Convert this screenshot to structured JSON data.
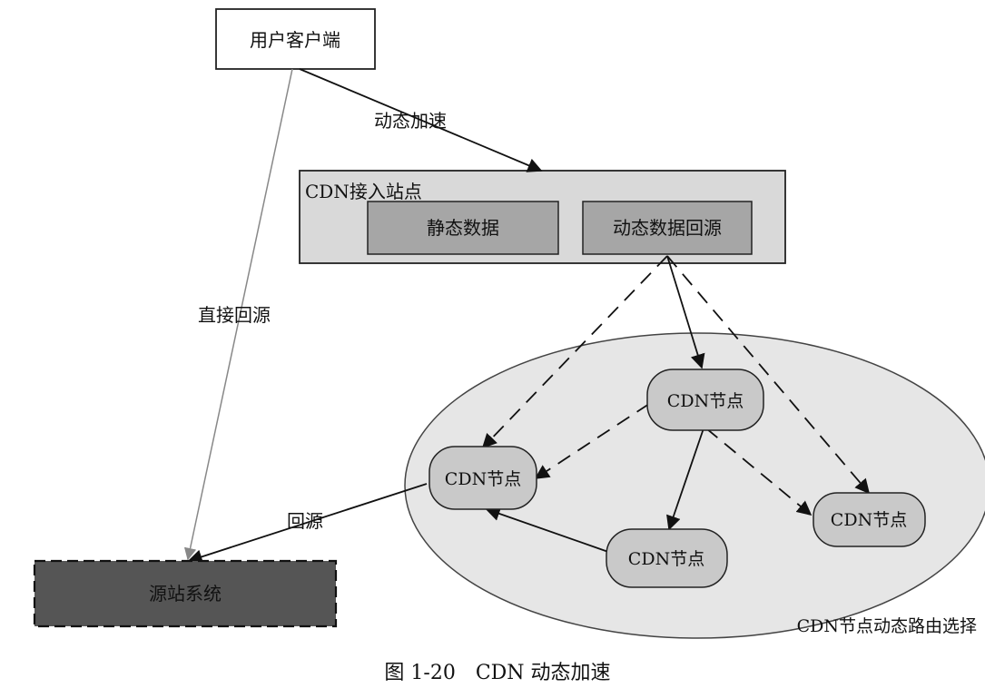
{
  "nodes": {
    "client": "用户客户端",
    "access_site": "CDN接入站点",
    "static_data": "静态数据",
    "dynamic_origin": "动态数据回源",
    "cdn_node_top": "CDN节点",
    "cdn_node_left": "CDN节点",
    "cdn_node_bottom": "CDN节点",
    "cdn_node_right": "CDN节点",
    "origin_system": "源站系统"
  },
  "edges": {
    "dynamic_accel": "动态加速",
    "direct_origin": "直接回源",
    "back_origin": "回源"
  },
  "region_label": "CDN节点动态路由选择",
  "caption": "图 1-20　CDN 动态加速",
  "colors": {
    "box_light": "#d9d9d9",
    "box_dark": "#a6a6a6",
    "origin_fill": "#555555",
    "ellipse_fill": "#e6e6e6",
    "node_fill": "#c9c9c9"
  }
}
